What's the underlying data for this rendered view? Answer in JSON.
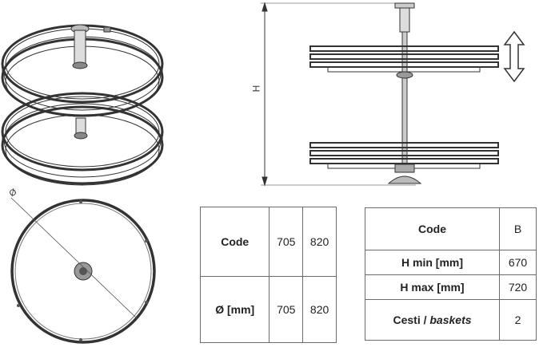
{
  "dimensions": {
    "height_label": "H",
    "diameter_label": "Ø"
  },
  "size_table": {
    "row1": {
      "label": "Code",
      "values": [
        "705",
        "820"
      ]
    },
    "row2": {
      "label": "Ø [mm]",
      "values": [
        "705",
        "820"
      ]
    }
  },
  "spec_table": {
    "header": {
      "label": "Code",
      "value": "B"
    },
    "hmin": {
      "label": "H min [mm]",
      "value": "670"
    },
    "hmax": {
      "label": "H max [mm]",
      "value": "720"
    },
    "baskets": {
      "label_a": "Cesti",
      "separator": " / ",
      "label_b": "baskets",
      "value": "2"
    }
  }
}
